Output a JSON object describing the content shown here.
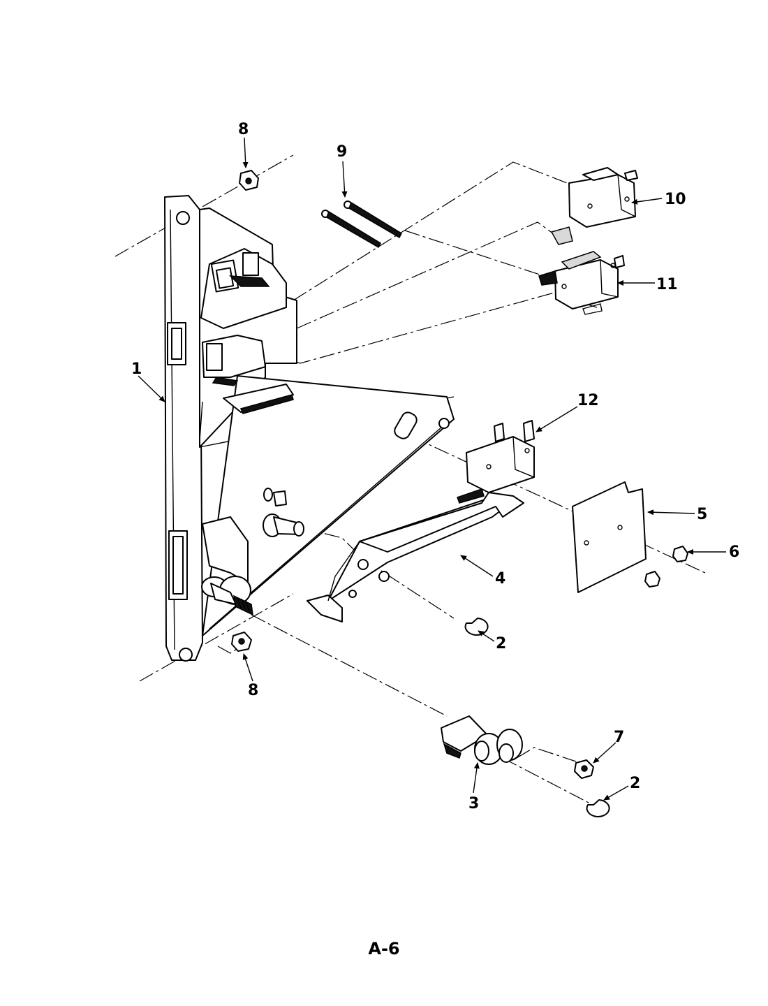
{
  "page_label": "A-6",
  "callouts": [
    "1",
    "2",
    "2",
    "3",
    "4",
    "5",
    "6",
    "7",
    "8",
    "8",
    "9",
    "10",
    "11",
    "12"
  ]
}
